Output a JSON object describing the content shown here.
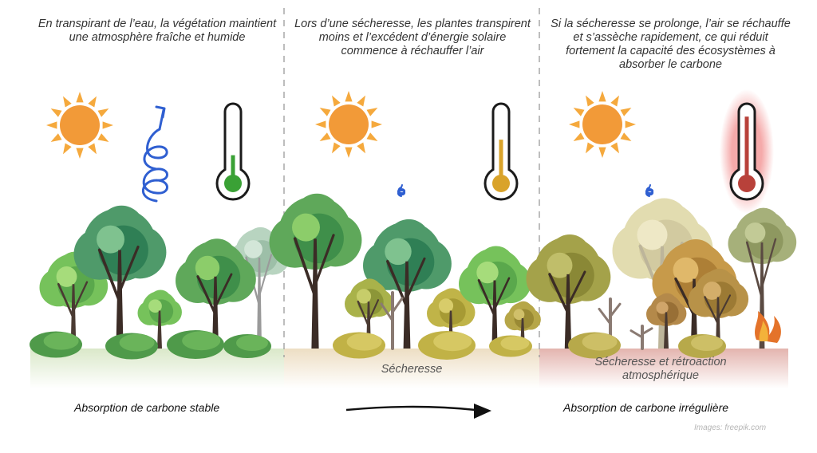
{
  "panels": [
    {
      "caption": "En transpirant de l’eau, la végétation maintient une atmosphère fraîche et humide",
      "ground_label": "",
      "bottom_label": "Absorption de carbone stable",
      "ground_color": "#d8e7c6",
      "thermometer_fluid_color": "#3aa135",
      "thermometer_level": 0.3
    },
    {
      "caption": "Lors d’une sécheresse, les plantes transpirent moins et l’excédent d’énergie solaire commence à réchauffer l’air",
      "ground_label": "Sécheresse",
      "bottom_label": "",
      "ground_color": "#ecdcc0",
      "thermometer_fluid_color": "#d9a32a",
      "thermometer_level": 0.55
    },
    {
      "caption": "Si la sécheresse se prolonge, l’air se réchauffe et s’assèche rapidement, ce qui réduit fortement la capacité des écosystèmes à absorber le carbone",
      "ground_label": "Sécheresse et rétroaction atmosphérique",
      "bottom_label": "Absorption de carbone irrégulière",
      "ground_color": "#e5b9b3",
      "thermometer_fluid_color": "#b8413a",
      "thermometer_level": 0.92
    }
  ],
  "credit": "Images: freepik.com",
  "icons": [
    "sun-icon",
    "water-vapor-spiral-icon",
    "thermometer-icon",
    "tree-icon",
    "fire-icon",
    "arrow-right-icon"
  ],
  "colors": {
    "sun": "#f29a38",
    "sun_rays": "#f5a93d",
    "spiral": "#2f5fd1",
    "divider": "#9a9a9a",
    "arrow": "#111111"
  }
}
